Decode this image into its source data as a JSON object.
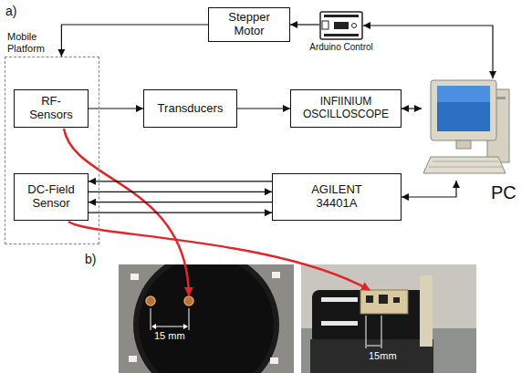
{
  "diagram": {
    "nodes": [
      {
        "text": [
          "Stepper Motor"
        ]
      },
      {
        "text": [
          "Arduino Control"
        ]
      },
      {
        "text": [
          "Mobile Platform"
        ]
      },
      {
        "text": [
          "RF-Sensors"
        ],
        "in": 2
      },
      {
        "text": [
          "Transducers"
        ]
      },
      {
        "text": [
          "INFIINIUM OSCILLOSCOPE"
        ]
      },
      {
        "text": [
          "PC"
        ]
      },
      {
        "text": [
          "DC-Field Sensor"
        ],
        "in": 2
      },
      {
        "text": [
          "AGILENT 34401A"
        ]
      }
    ],
    "edges": [
      {
        "from": 1,
        "to": 0,
        "arrow": "to"
      },
      {
        "from": 1,
        "to": 6,
        "arrow": "both"
      },
      {
        "from": 0,
        "to": 2,
        "arrow": "to"
      },
      {
        "from": 3,
        "to": 4,
        "arrow": "to"
      },
      {
        "from": 4,
        "to": 5,
        "arrow": "to"
      },
      {
        "from": 5,
        "to": 6,
        "arrow": "both"
      },
      {
        "from": 8,
        "to": 7,
        "arrow": "to"
      },
      {
        "from": 7,
        "to": 8,
        "arrow": "to"
      },
      {
        "from": 8,
        "to": 7,
        "arrow": "to"
      },
      {
        "from": 7,
        "to": 8,
        "arrow": "to"
      },
      {
        "from": 8,
        "to": 6,
        "arrow": "both"
      }
    ],
    "labels": [
      "a)",
      "b)",
      "15 mm",
      "15mm"
    ]
  }
}
